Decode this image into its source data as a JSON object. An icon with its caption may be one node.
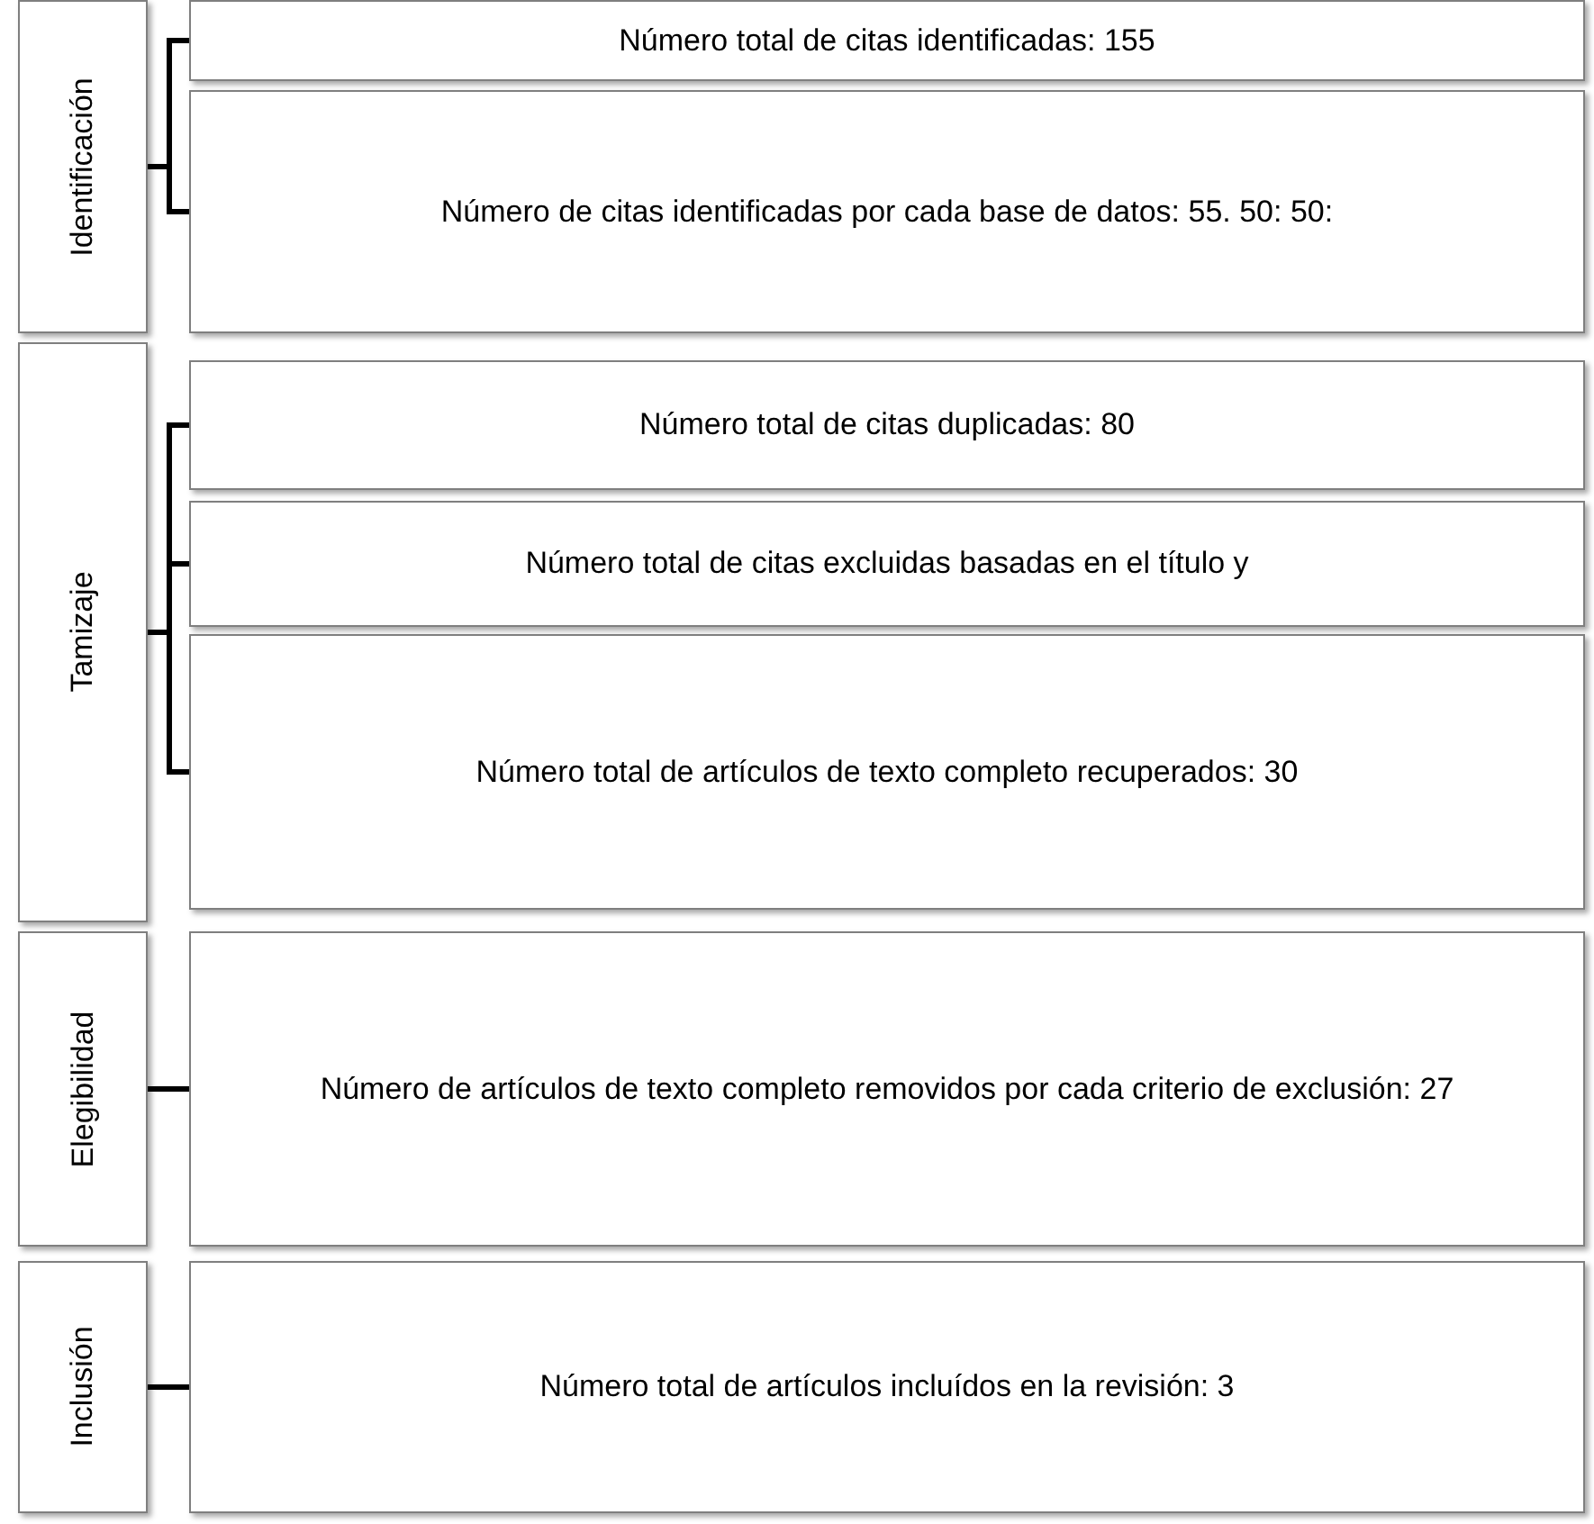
{
  "diagram": {
    "nodes": [
      {
        "text": [
          "Identificación"
        ]
      },
      {
        "text": [
          "Número total de citas identificadas: 155"
        ]
      },
      {
        "text": [
          "Número de citas identificadas por cada base de datos: 55. 50: 50:"
        ]
      },
      {
        "text": [
          "Tamizaje"
        ]
      },
      {
        "text": [
          "Número total de citas duplicadas: 80"
        ]
      },
      {
        "text": [
          "Número total de citas excluidas basadas en el título y"
        ]
      },
      {
        "text": [
          "Número total de artículos de texto completo recuperados: 30"
        ]
      },
      {
        "text": [
          "Elegibilidad"
        ]
      },
      {
        "text": [
          "Número de artículos de texto completo removidos por cada criterio de exclusión: 27"
        ]
      },
      {
        "text": [
          "Inclusión"
        ]
      },
      {
        "text": [
          "Número total de artículos incluídos en la revisión: 3"
        ]
      }
    ],
    "edges": [
      {
        "from": 0,
        "to": 1,
        "arrow": "none"
      },
      {
        "from": 0,
        "to": 2,
        "arrow": "none"
      },
      {
        "from": 3,
        "to": 4,
        "arrow": "none"
      },
      {
        "from": 3,
        "to": 5,
        "arrow": "none"
      },
      {
        "from": 3,
        "to": 6,
        "arrow": "none"
      },
      {
        "from": 7,
        "to": 8,
        "arrow": "none"
      },
      {
        "from": 9,
        "to": 10,
        "arrow": "none"
      }
    ]
  }
}
